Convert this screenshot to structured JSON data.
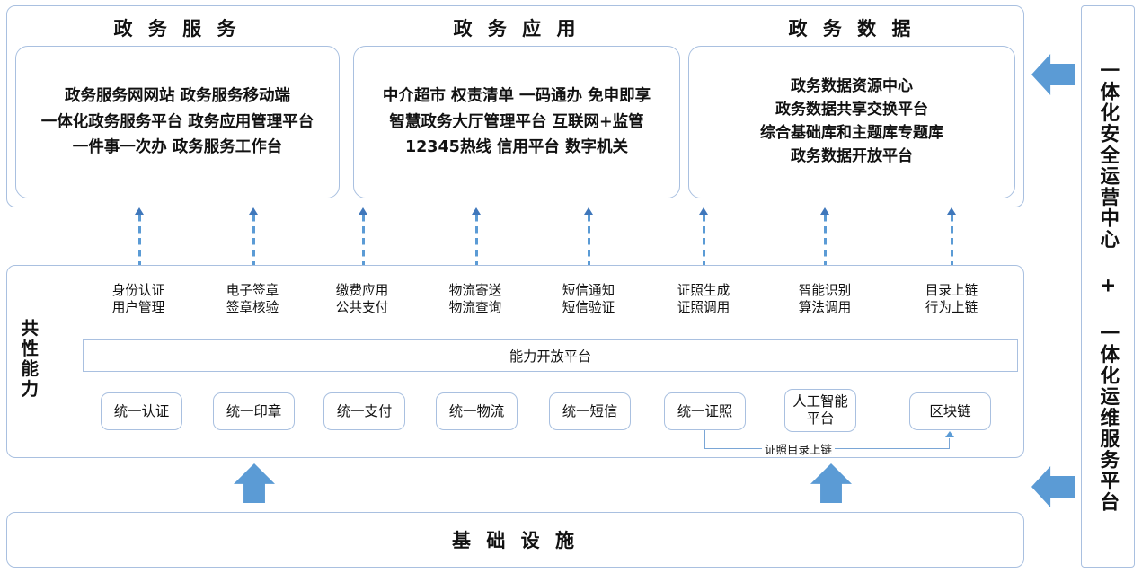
{
  "top_section": {
    "columns": [
      {
        "title": "政 务 服 务",
        "lines": [
          "政务服务网网站 政务服务移动端",
          "一体化政务服务平台 政务应用管理平台",
          "一件事一次办 政务服务工作台"
        ]
      },
      {
        "title": "政 务 应 用",
        "lines": [
          "中介超市 权责清单 一码通办 免申即享",
          "智慧政务大厅管理平台 互联网+监管",
          "12345热线 信用平台 数字机关"
        ]
      },
      {
        "title": "政 务 数 据",
        "lines": [
          "政务数据资源中心",
          "政务数据共享交换平台",
          "综合基础库和主题库专题库",
          "政务数据开放平台"
        ]
      }
    ]
  },
  "capability_layer": {
    "vertical_label": "共性能力",
    "open_platform_label": "能力开放平台",
    "columns": [
      {
        "head": [
          "身份认证",
          "用户管理"
        ],
        "box": "统一认证"
      },
      {
        "head": [
          "电子签章",
          "签章核验"
        ],
        "box": "统一印章"
      },
      {
        "head": [
          "缴费应用",
          "公共支付"
        ],
        "box": "统一支付"
      },
      {
        "head": [
          "物流寄送",
          "物流查询"
        ],
        "box": "统一物流"
      },
      {
        "head": [
          "短信通知",
          "短信验证"
        ],
        "box": "统一短信"
      },
      {
        "head": [
          "证照生成",
          "证照调用"
        ],
        "box": "统一证照"
      },
      {
        "head": [
          "智能识别",
          "算法调用"
        ],
        "box": "人工智能\n平台"
      },
      {
        "head": [
          "目录上链",
          "行为上链"
        ],
        "box": "区块链"
      }
    ],
    "connector_label": "证照目录上链"
  },
  "infrastructure": {
    "label": "基 础 设 施"
  },
  "right_banner": {
    "label": "一体化安全运营中心 + 一体化运维服务平台"
  },
  "icons": {
    "arrow_left_top": "arrow-left-icon",
    "arrow_left_bottom": "arrow-left-icon",
    "arrow_up_capability": "arrow-up-icon",
    "arrow_up_infra": "arrow-up-icon"
  },
  "colors": {
    "accent": "#5b9bd5",
    "border": "#a9c0e0",
    "arrow_head": "#3f77bb",
    "text": "#111111",
    "background": "#ffffff"
  }
}
